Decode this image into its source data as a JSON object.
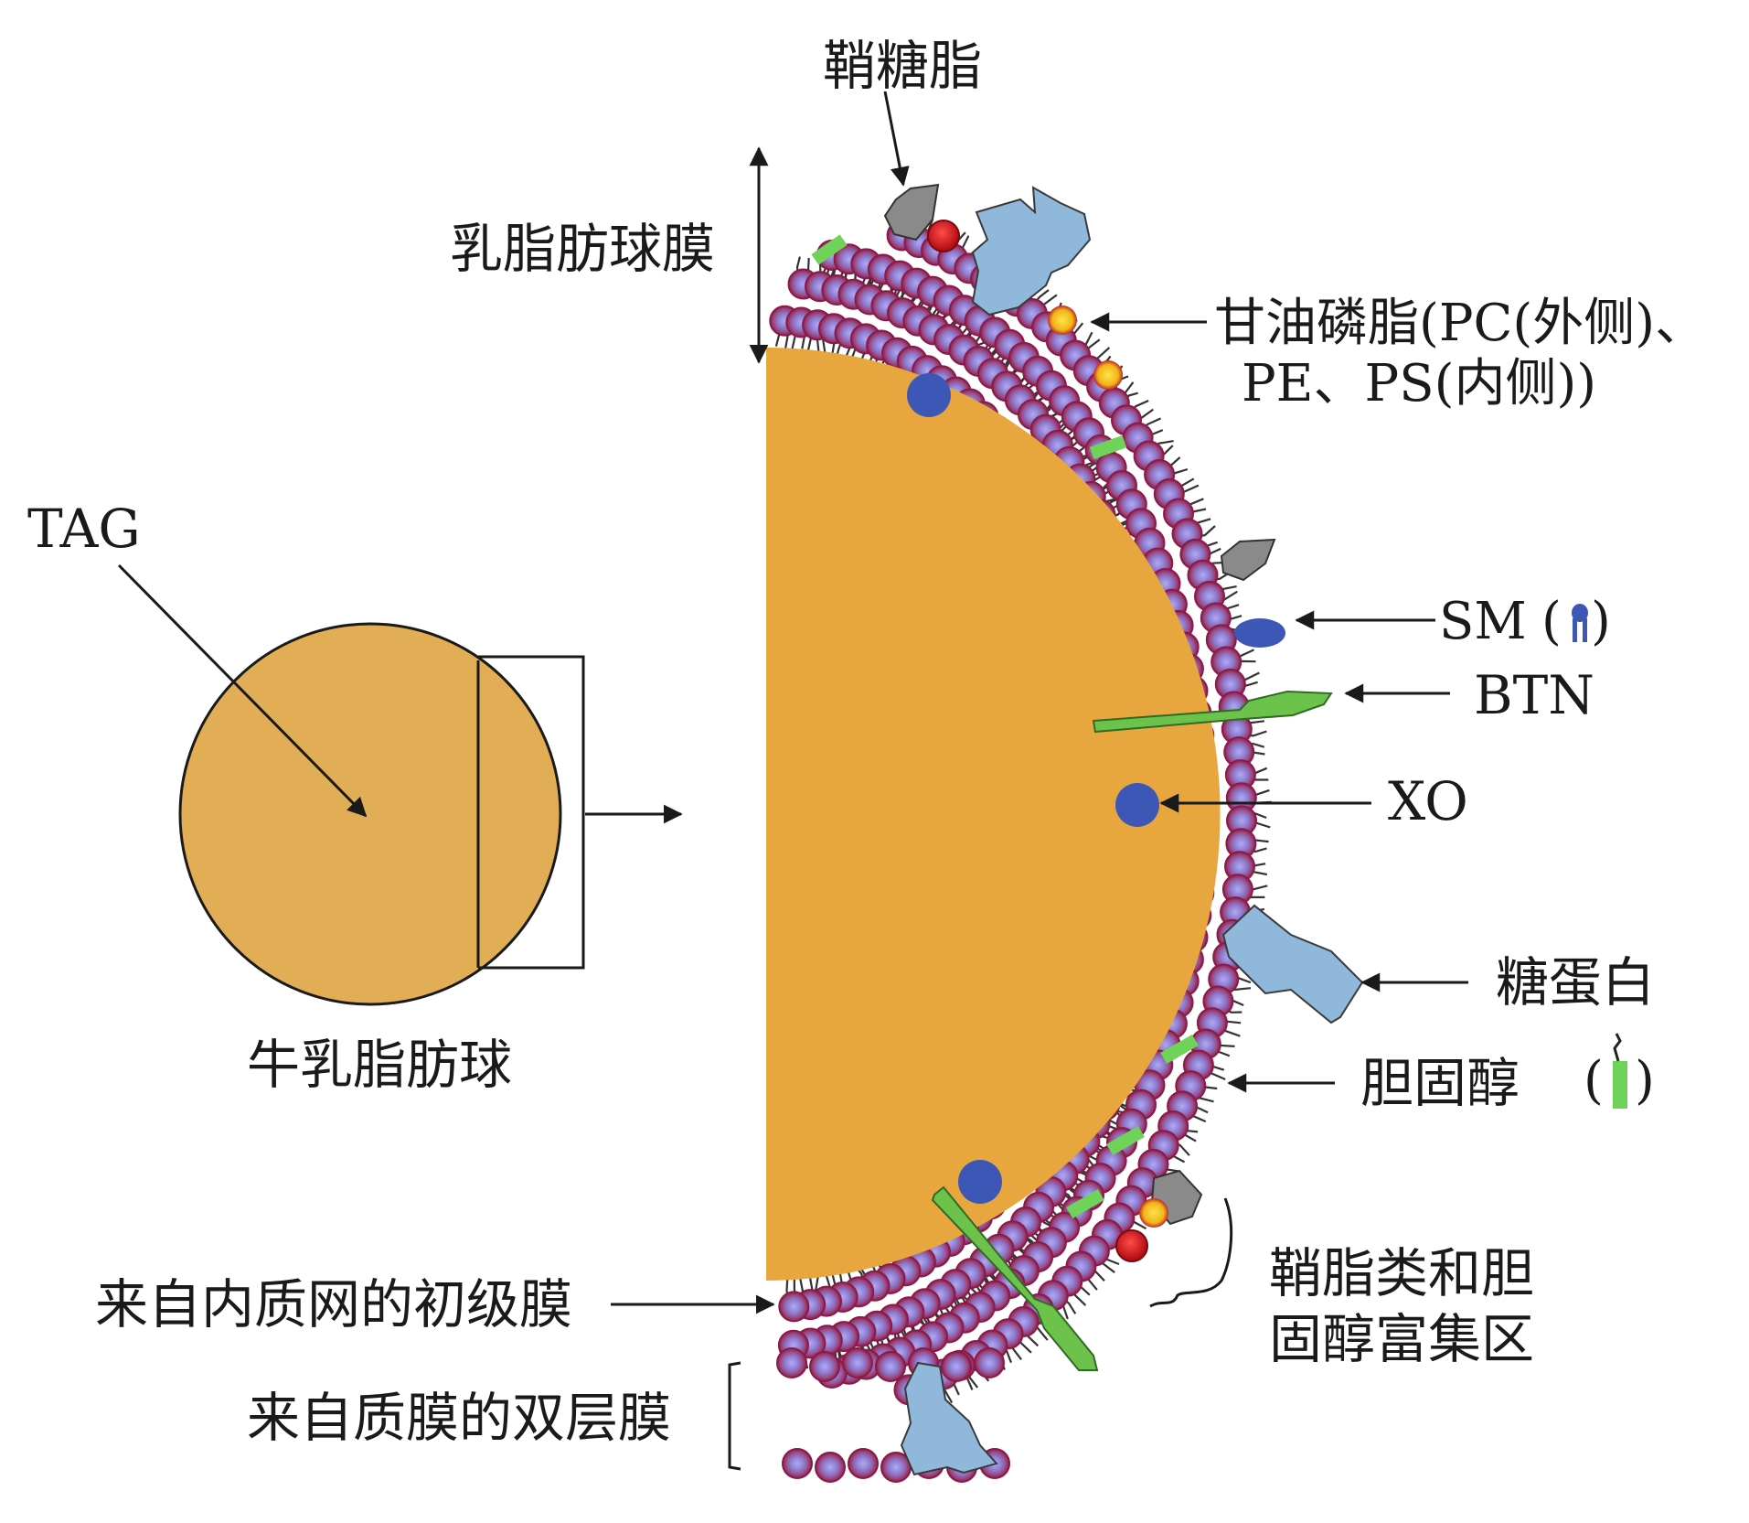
{
  "labels": {
    "glycosphingolipid": "鞘糖脂",
    "mfgm": "乳脂肪球膜",
    "glycerophospholipid_line1": "甘油磷脂(PC(外侧)、",
    "glycerophospholipid_line2": "PE、PS(内侧))",
    "tag": "TAG",
    "milk_fat_globule": "牛乳脂肪球",
    "sm": "SM",
    "btn": "BTN",
    "xo": "XO",
    "glycoprotein": "糖蛋白",
    "cholesterol": "胆固醇",
    "lipid_raft_line1": "鞘脂类和胆",
    "lipid_raft_line2": "固醇富集区",
    "er_membrane": "来自内质网的初级膜",
    "plasma_bilayer": "来自质膜的双层膜"
  },
  "colors": {
    "fat_core": "#E8A73E",
    "fat_globule": "#E2AE55",
    "lipid_head": "#9C2F5A",
    "lipid_head_inner": "#8D7FD4",
    "glycoprotein": "#8FB8DA",
    "btn_green": "#6CC24A",
    "cholesterol_green": "#6FD35A",
    "xo_blue": "#3C57B5",
    "glycolipid_gray": "#8A8A8A",
    "red_lipid": "#D0161B",
    "yellow_lipid": "#F2C21A"
  }
}
